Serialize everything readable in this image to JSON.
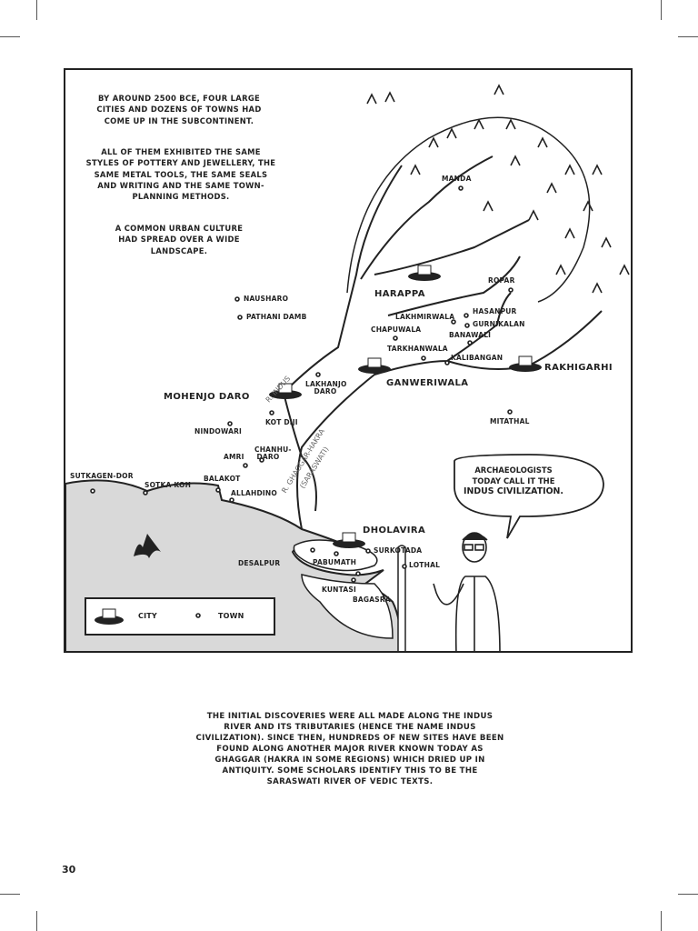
{
  "narration": [
    "BY AROUND 2500 BCE, FOUR LARGE CITIES AND DOZENS OF TOWNS HAD COME UP IN THE SUBCONTINENT.",
    "ALL OF THEM EXHIBITED THE SAME STYLES OF POTTERY AND JEWELLERY, THE SAME METAL TOOLS, THE SAME SEALS AND WRITING AND THE SAME TOWN-PLANNING METHODS.",
    "A COMMON URBAN CULTURE HAD SPREAD OVER A WIDE LANDSCAPE."
  ],
  "map": {
    "cities": [
      "HARAPPA",
      "MOHENJO DARO",
      "GANWERIWALA",
      "RAKHIGARHI",
      "DHOLAVIRA"
    ],
    "towns": [
      "MANDA",
      "NAUSHARO",
      "PATHANI DAMB",
      "ROPAR",
      "LAKHMIRWALA",
      "HASANPUR",
      "GURNIKALAN",
      "CHAPUWALA",
      "BANAWALI",
      "TARKHANWALA",
      "KALIBANGAN",
      "LAKHANJO DARO",
      "KOT DIJI",
      "NINDOWARI",
      "AMRI",
      "CHANHU-DARO",
      "MITATHAL",
      "SUTKAGEN-DOR",
      "SOTKA KOH",
      "BALAKOT",
      "ALLAHDINO",
      "SURKOTADA",
      "PABUMATH",
      "DESALPUR",
      "KUNTASI",
      "BAGASRA",
      "LOTHAL"
    ],
    "rivers": [
      "R. INDUS",
      "R. GHAGGAR-HAKRA",
      "(SARASWATI)"
    ],
    "legend": {
      "city": "CITY",
      "town": "TOWN"
    }
  },
  "speech_bubble": {
    "line1": "ARCHAEOLOGISTS TODAY CALL IT THE",
    "line2": "INDUS CIVILIZATION."
  },
  "caption": "THE INITIAL DISCOVERIES WERE ALL MADE ALONG THE INDUS RIVER AND ITS TRIBUTARIES (HENCE THE NAME INDUS CIVILIZATION). SINCE THEN, HUNDREDS OF NEW SITES HAVE BEEN FOUND ALONG ANOTHER MAJOR RIVER KNOWN TODAY AS GHAGGAR (HAKRA IN SOME REGIONS) WHICH DRIED UP IN ANTIQUITY. SOME SCHOLARS IDENTIFY THIS TO BE THE SARASWATI RIVER OF VEDIC TEXTS.",
  "page_number": "30",
  "colors": {
    "ink": "#222222",
    "sea": "#d9d9d9",
    "paper": "#ffffff"
  }
}
